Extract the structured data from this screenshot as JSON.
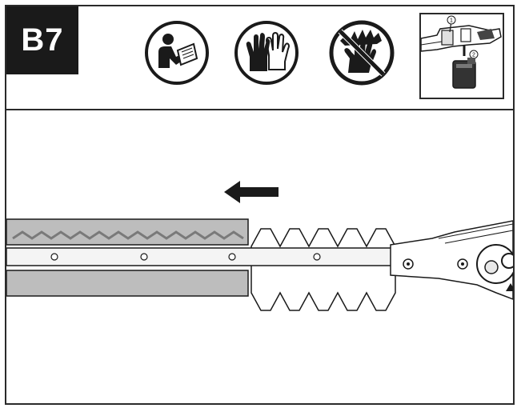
{
  "step_label": "B7",
  "icons": [
    {
      "name": "read-manual-icon"
    },
    {
      "name": "wear-gloves-icon"
    },
    {
      "name": "no-hands-near-blade-icon"
    }
  ],
  "inset": {
    "callout_1": "1",
    "callout_2": "2"
  },
  "colors": {
    "outline": "#2a2a2a",
    "guard_fill": "#bdbdbd",
    "step_bg": "#1a1a1a"
  },
  "illustration": {
    "arrow_direction": "left"
  }
}
